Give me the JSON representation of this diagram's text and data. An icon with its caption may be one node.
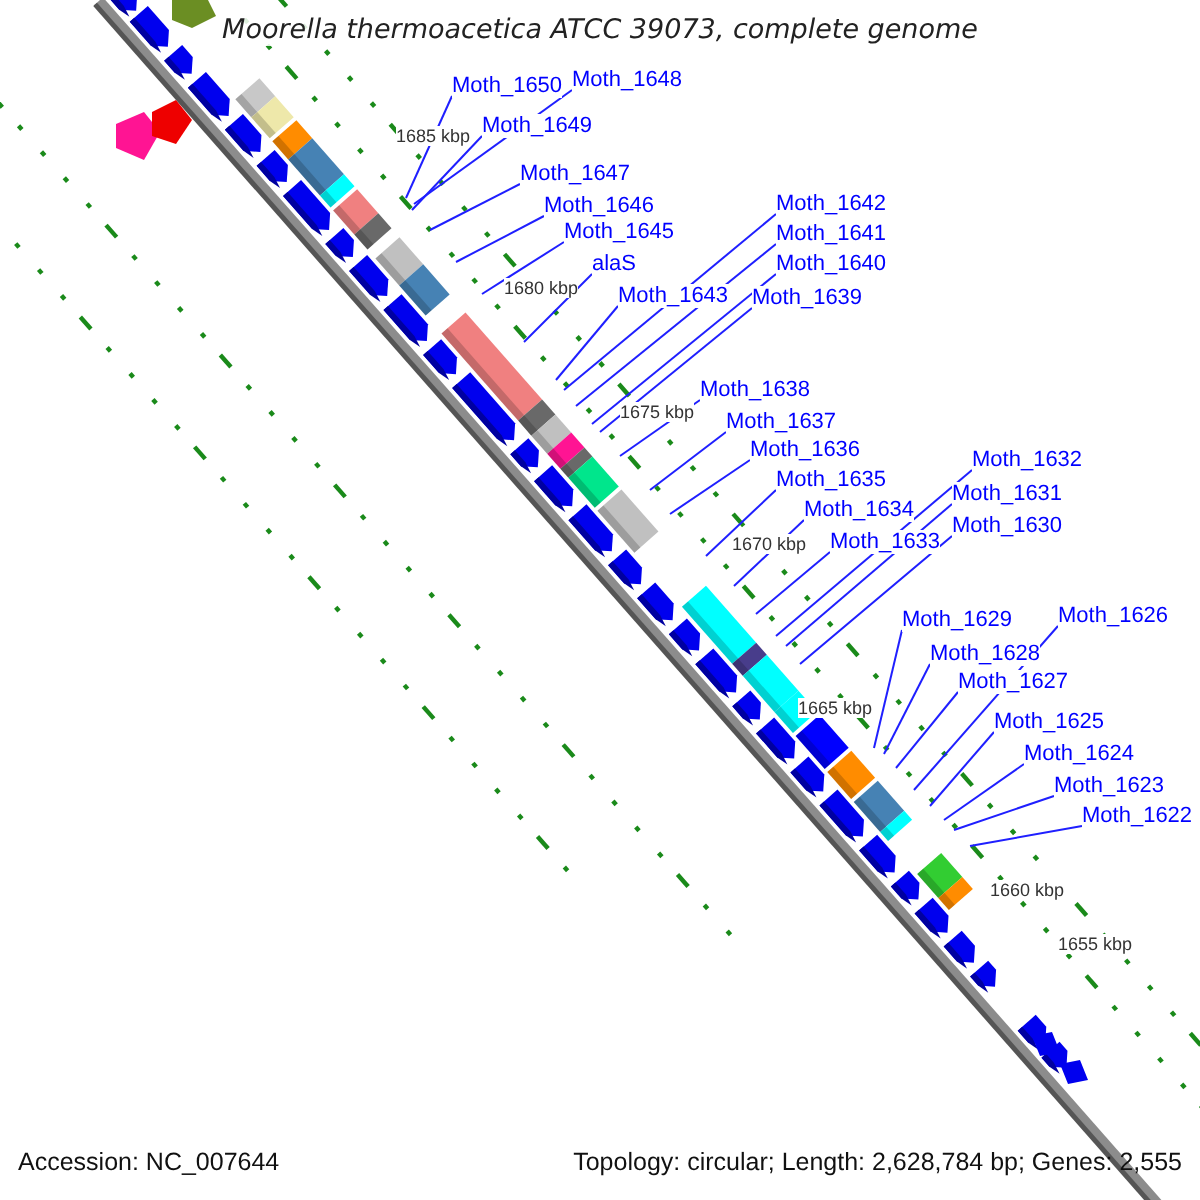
{
  "diagram": {
    "title": "Moorella thermoacetica ATCC 39073, complete genome",
    "nodes": [
      {
        "text": [
          "Moth_1648"
        ]
      },
      {
        "text": [
          "Moth_1650"
        ]
      },
      {
        "text": [
          "Moth_1649"
        ]
      },
      {
        "text": [
          "Moth_1647"
        ]
      },
      {
        "text": [
          "Moth_1642"
        ]
      },
      {
        "text": [
          "Moth_1646"
        ]
      },
      {
        "text": [
          "Moth_1645"
        ]
      },
      {
        "text": [
          "Moth_1641"
        ]
      },
      {
        "text": [
          "alaS"
        ]
      },
      {
        "text": [
          "Moth_1640"
        ]
      },
      {
        "text": [
          "Moth_1643"
        ]
      },
      {
        "text": [
          "Moth_1639"
        ]
      },
      {
        "text": [
          "Moth_1638"
        ]
      },
      {
        "text": [
          "Moth_1637"
        ]
      },
      {
        "text": [
          "Moth_1636"
        ]
      },
      {
        "text": [
          "Moth_1632"
        ]
      },
      {
        "text": [
          "Moth_1635"
        ]
      },
      {
        "text": [
          "Moth_1631"
        ]
      },
      {
        "text": [
          "Moth_1634"
        ]
      },
      {
        "text": [
          "Moth_1630"
        ]
      },
      {
        "text": [
          "Moth_1633"
        ]
      },
      {
        "text": [
          "Moth_1626"
        ]
      },
      {
        "text": [
          "Moth_1629"
        ]
      },
      {
        "text": [
          "Moth_1628"
        ]
      },
      {
        "text": [
          "Moth_1627"
        ]
      },
      {
        "text": [
          "Moth_1625"
        ]
      },
      {
        "text": [
          "Moth_1624"
        ]
      },
      {
        "text": [
          "Moth_1623"
        ]
      },
      {
        "text": [
          "Moth_1622"
        ]
      }
    ],
    "edges": [
      {
        "from": 0,
        "to": null,
        "arrow": "none"
      },
      {
        "from": 1,
        "to": null,
        "arrow": "none"
      },
      {
        "from": 2,
        "to": null,
        "arrow": "none"
      },
      {
        "from": 3,
        "to": null,
        "arrow": "none"
      },
      {
        "from": 4,
        "to": null,
        "arrow": "none"
      },
      {
        "from": 5,
        "to": null,
        "arrow": "none"
      },
      {
        "from": 6,
        "to": null,
        "arrow": "none"
      },
      {
        "from": 7,
        "to": null,
        "arrow": "none"
      },
      {
        "from": 8,
        "to": null,
        "arrow": "none"
      },
      {
        "from": 9,
        "to": null,
        "arrow": "none"
      },
      {
        "from": 10,
        "to": null,
        "arrow": "none"
      },
      {
        "from": 11,
        "to": null,
        "arrow": "none"
      },
      {
        "from": 12,
        "to": null,
        "arrow": "none"
      },
      {
        "from": 13,
        "to": null,
        "arrow": "none"
      },
      {
        "from": 14,
        "to": null,
        "arrow": "none"
      },
      {
        "from": 15,
        "to": null,
        "arrow": "none"
      },
      {
        "from": 16,
        "to": null,
        "arrow": "none"
      },
      {
        "from": 17,
        "to": null,
        "arrow": "none"
      },
      {
        "from": 18,
        "to": null,
        "arrow": "none"
      },
      {
        "from": 19,
        "to": null,
        "arrow": "none"
      },
      {
        "from": 20,
        "to": null,
        "arrow": "none"
      },
      {
        "from": 21,
        "to": null,
        "arrow": "none"
      },
      {
        "from": 22,
        "to": null,
        "arrow": "none"
      },
      {
        "from": 23,
        "to": null,
        "arrow": "none"
      },
      {
        "from": 24,
        "to": null,
        "arrow": "none"
      },
      {
        "from": 25,
        "to": null,
        "arrow": "none"
      },
      {
        "from": 26,
        "to": null,
        "arrow": "none"
      },
      {
        "from": 27,
        "to": null,
        "arrow": "none"
      },
      {
        "from": 28,
        "to": null,
        "arrow": "none"
      }
    ],
    "labels": [
      "1685 kbp",
      "1680 kbp",
      "1675 kbp",
      "1670 kbp",
      "1665 kbp",
      "1660 kbp",
      "1655 kbp",
      "Accession: NC_007644",
      "Topology: circular; Length: 2,628,784 bp; Genes: 2,555"
    ]
  }
}
